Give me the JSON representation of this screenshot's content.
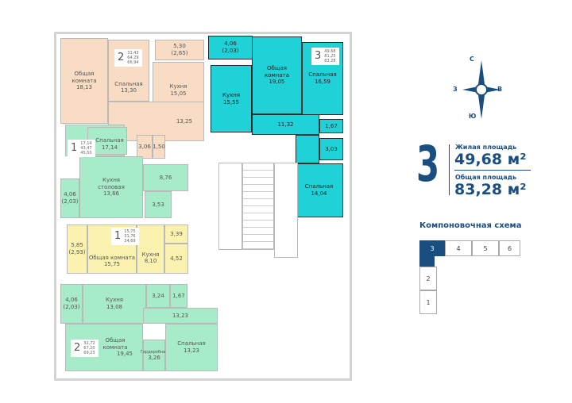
{
  "compass": {
    "north": "С",
    "east": "В",
    "south": "Ю",
    "west": "З"
  },
  "apartments": [
    {
      "rooms_count": "2",
      "living": "31,43",
      "total": "64,29",
      "total_with_balcony": "66,94",
      "color": "#f8dcc3",
      "rooms": [
        {
          "name": "Общая комната",
          "area": "18,13"
        },
        {
          "name": "Спальная",
          "area": "13,30"
        },
        {
          "name": "",
          "area": "5,30",
          "sub": "(2,65)"
        },
        {
          "name": "Кухня",
          "area": "15,05"
        },
        {
          "name": "",
          "area": "13,25"
        },
        {
          "name": "",
          "area": "3,06"
        },
        {
          "name": "",
          "area": "1,50"
        }
      ]
    },
    {
      "rooms_count": "3",
      "living": "49,68",
      "total": "81,25",
      "total_with_balcony": "83,28",
      "color": "#1fd2d8",
      "rooms": [
        {
          "name": "",
          "area": "4,06",
          "sub": "(2,03)"
        },
        {
          "name": "Кухня",
          "area": "15,55"
        },
        {
          "name": "Общая комната",
          "area": "19,05"
        },
        {
          "name": "Спальная",
          "area": "16,59"
        },
        {
          "name": "",
          "area": "11,32"
        },
        {
          "name": "",
          "area": "1,67"
        },
        {
          "name": "",
          "area": "3,03"
        },
        {
          "name": "Спальная",
          "area": "14,04"
        }
      ]
    },
    {
      "rooms_count": "1",
      "living": "17,14",
      "total": "43,47",
      "total_with_balcony": "45,50",
      "color": "#a7ebc9",
      "rooms": [
        {
          "name": "Спальная",
          "area": "17,14"
        },
        {
          "name": "",
          "area": "4,06",
          "sub": "(2,03)"
        },
        {
          "name": "Кухня столовая",
          "area": "13,66"
        },
        {
          "name": "",
          "area": "8,76"
        },
        {
          "name": "",
          "area": "3,53"
        }
      ]
    },
    {
      "rooms_count": "1",
      "living": "15,75",
      "total": "31,76",
      "total_with_balcony": "34,69",
      "color": "#fbf2b0",
      "rooms": [
        {
          "name": "",
          "area": "5,85",
          "sub": "(2,93)"
        },
        {
          "name": "Общая комната",
          "area": "15,75"
        },
        {
          "name": "Кухня",
          "area": "8,10"
        },
        {
          "name": "",
          "area": "3,39"
        },
        {
          "name": "",
          "area": "4,52"
        }
      ]
    },
    {
      "rooms_count": "2",
      "living": "32,72",
      "total": "67,20",
      "total_with_balcony": "69,23",
      "color": "#a7ebc9",
      "rooms": [
        {
          "name": "",
          "area": "4,06",
          "sub": "(2,03)"
        },
        {
          "name": "Кухня",
          "area": "13,08"
        },
        {
          "name": "",
          "area": "3,24"
        },
        {
          "name": "",
          "area": "1,67"
        },
        {
          "name": "",
          "area": "13,23"
        },
        {
          "name": "Общая комната",
          "area": "19,45"
        },
        {
          "name": "Гардеробная",
          "area": "3,26"
        },
        {
          "name": "Спальная",
          "area": "13,23"
        }
      ]
    }
  ],
  "summary": {
    "rooms_count": "3",
    "living_label": "Жилая площадь",
    "living_value": "49,68 м²",
    "total_label": "Общая площадь",
    "total_value": "83,28 м²",
    "accent": "#1b4e80"
  },
  "scheme": {
    "title": "Компоновочная схема",
    "sections": [
      "3",
      "4",
      "5",
      "6",
      "2",
      "1"
    ],
    "active": "3"
  }
}
